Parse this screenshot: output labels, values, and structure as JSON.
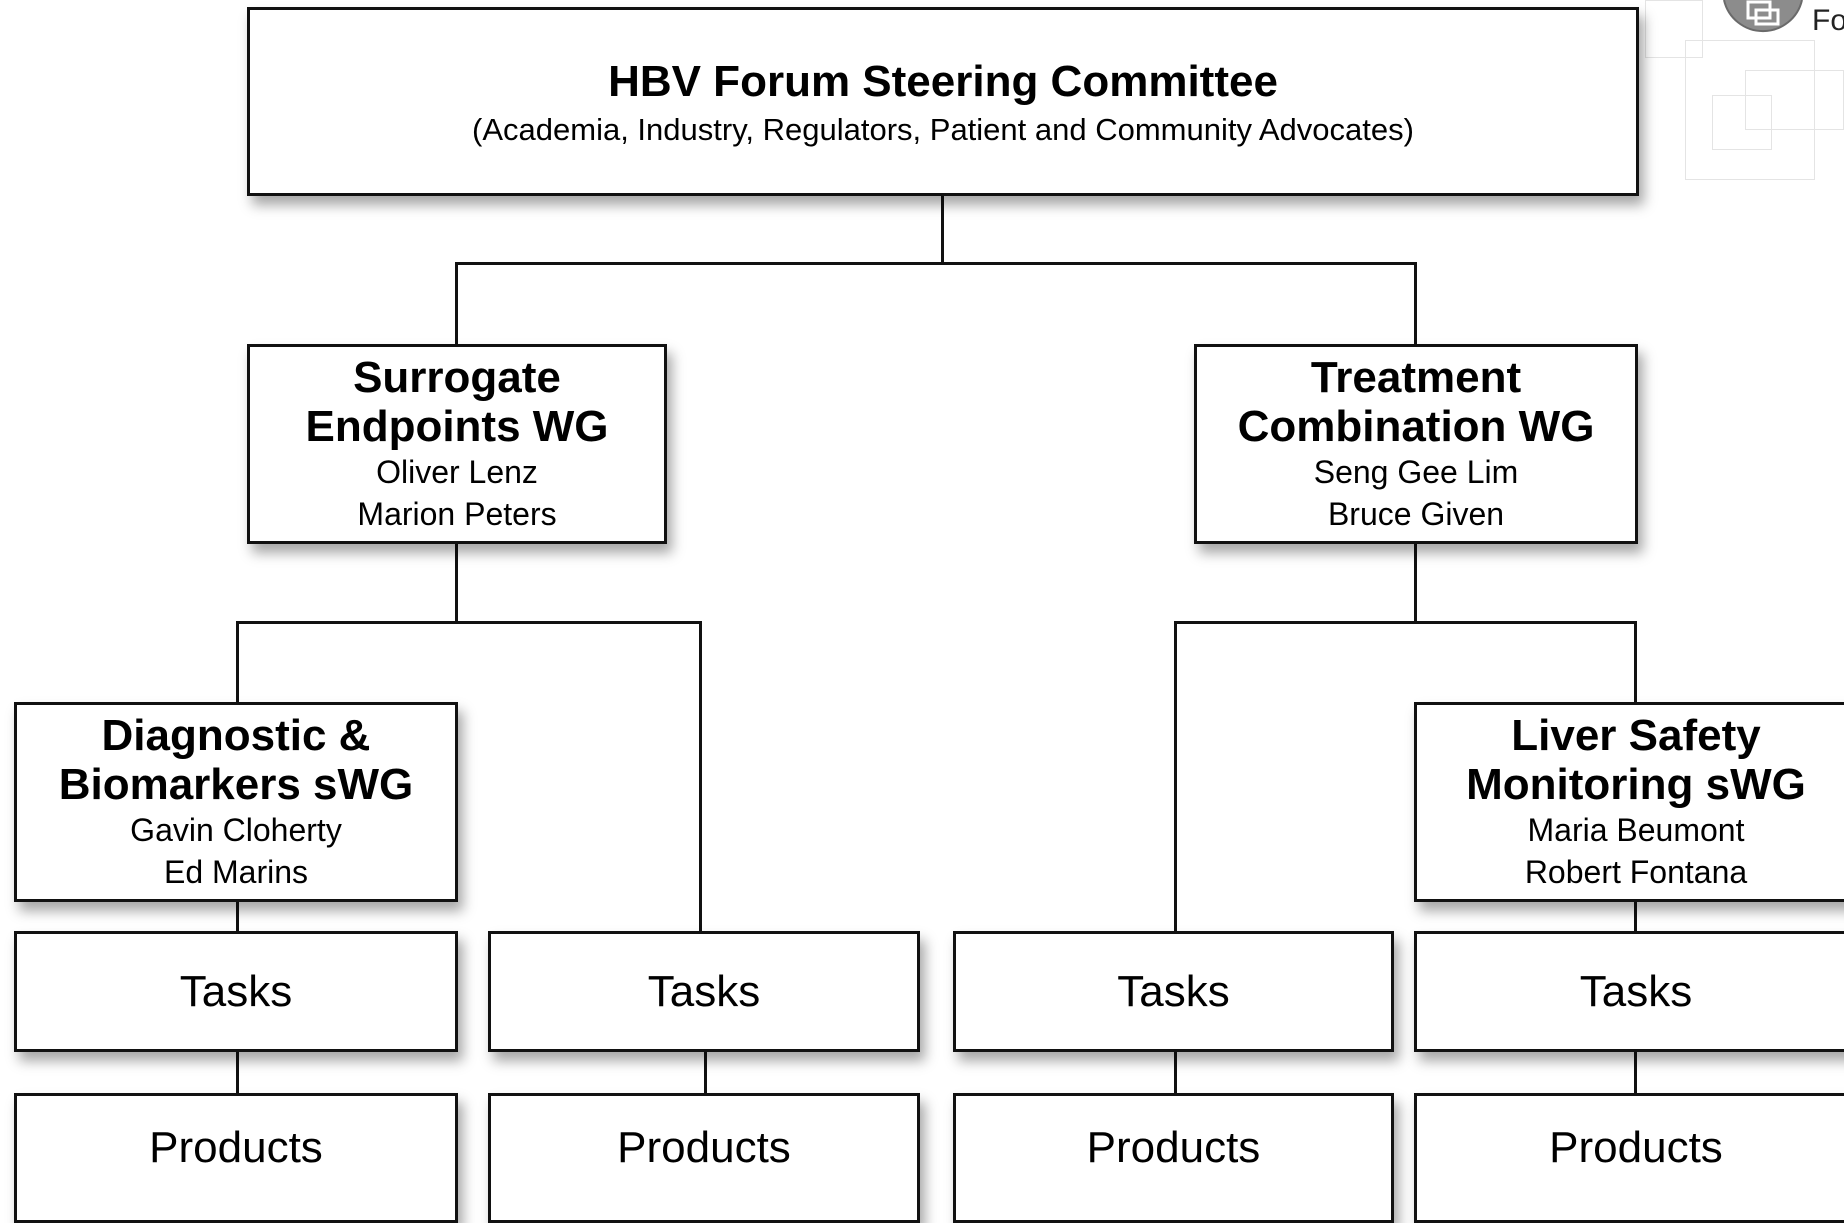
{
  "steering": {
    "title": "HBV Forum Steering Committee",
    "subtitle": "(Academia, Industry, Regulators, Patient and Community Advocates)"
  },
  "wg_left": {
    "title_lines": [
      "Surrogate",
      "Endpoints WG"
    ],
    "names": [
      "Oliver Lenz",
      "Marion Peters"
    ]
  },
  "wg_right": {
    "title_lines": [
      "Treatment",
      "Combination WG"
    ],
    "names": [
      "Seng Gee Lim",
      "Bruce Given"
    ]
  },
  "swg_left": {
    "title_lines": [
      "Diagnostic &",
      "Biomarkers sWG"
    ],
    "names": [
      "Gavin Cloherty",
      "Ed Marins"
    ]
  },
  "swg_right": {
    "title_lines": [
      "Liver Safety",
      "Monitoring sWG"
    ],
    "names": [
      "Maria Beumont",
      "Robert Fontana"
    ]
  },
  "tasks": [
    "Tasks",
    "Tasks",
    "Tasks",
    "Tasks"
  ],
  "products": [
    "Products",
    "Products",
    "Products",
    "Products"
  ],
  "logo": {
    "text_fragment": "Fo",
    "icon": "forum-logo-icon"
  }
}
